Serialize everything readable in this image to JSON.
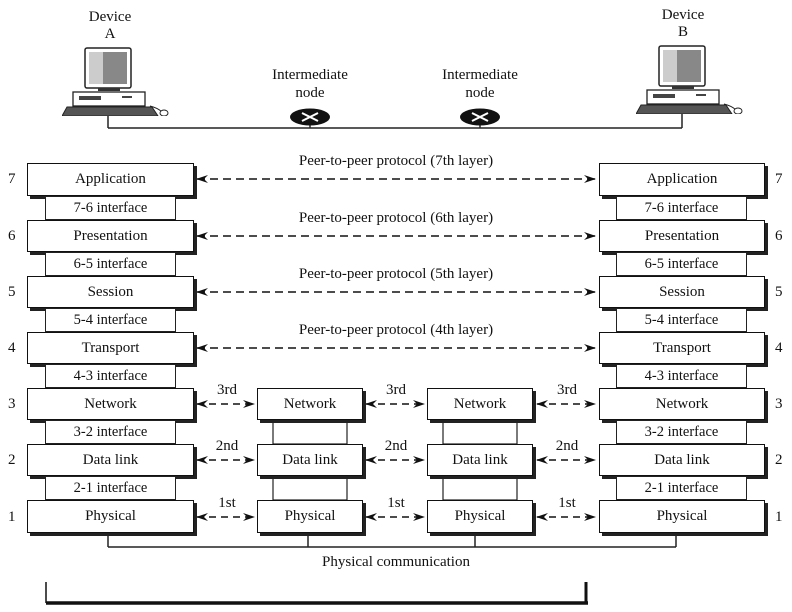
{
  "devices": {
    "a": {
      "label_line1": "Device",
      "label_line2": "A",
      "icon": "computer-icon"
    },
    "b": {
      "label_line1": "Device",
      "label_line2": "B",
      "icon": "computer-icon"
    }
  },
  "intermediate_nodes": [
    {
      "label_line1": "Intermediate",
      "label_line2": "node",
      "icon": "router-icon"
    },
    {
      "label_line1": "Intermediate",
      "label_line2": "node",
      "icon": "router-icon"
    }
  ],
  "layers": [
    {
      "number": "7",
      "name": "Application"
    },
    {
      "number": "6",
      "name": "Presentation"
    },
    {
      "number": "5",
      "name": "Session"
    },
    {
      "number": "4",
      "name": "Transport"
    },
    {
      "number": "3",
      "name": "Network"
    },
    {
      "number": "2",
      "name": "Data link"
    },
    {
      "number": "1",
      "name": "Physical"
    }
  ],
  "interfaces": [
    "7-6 interface",
    "6-5 interface",
    "5-4 interface",
    "4-3 interface",
    "3-2 interface",
    "2-1 interface"
  ],
  "peer_protocols": [
    "Peer-to-peer protocol (7th layer)",
    "Peer-to-peer protocol (6th layer)",
    "Peer-to-peer protocol (5th layer)",
    "Peer-to-peer protocol (4th layer)"
  ],
  "hop_labels": {
    "layer3": "3rd",
    "layer2": "2nd",
    "layer1": "1st"
  },
  "intermediate_layers": [
    "Network",
    "Data link",
    "Physical"
  ],
  "physical_communication": "Physical communication"
}
